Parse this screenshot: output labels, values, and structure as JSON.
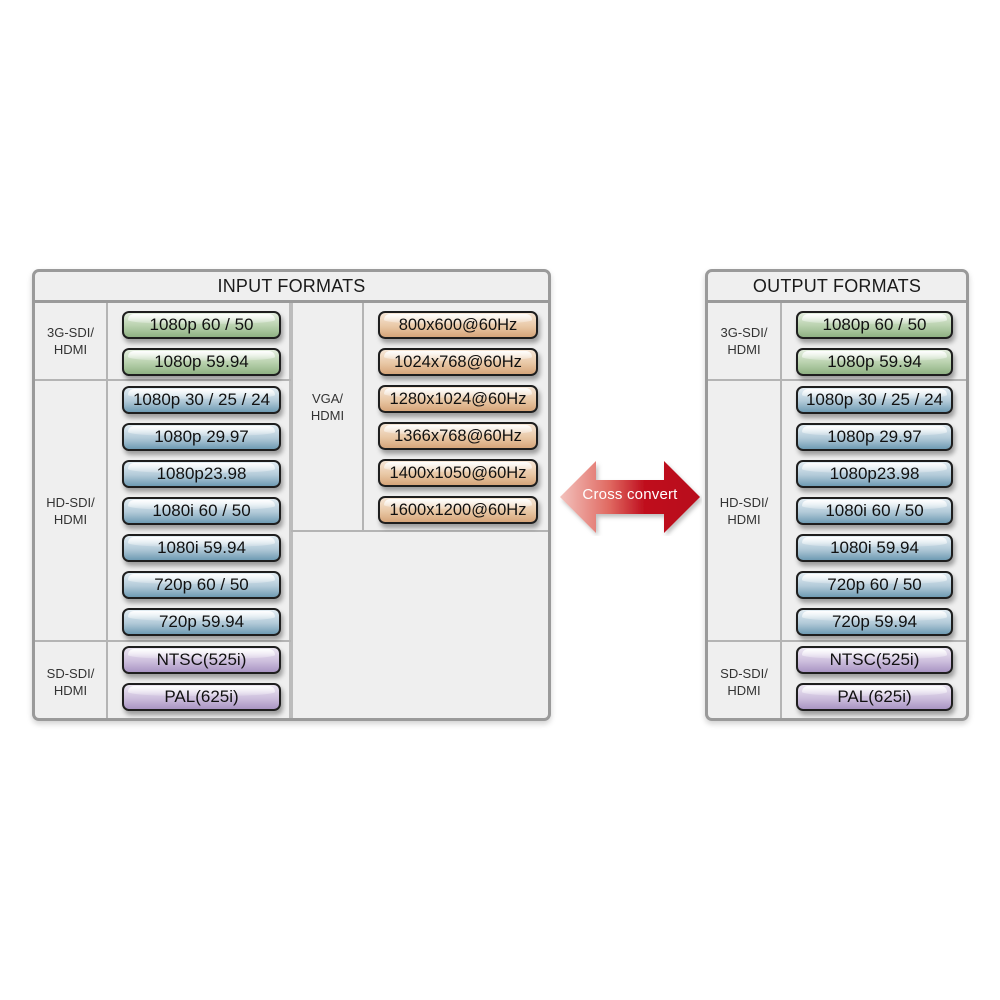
{
  "input_panel": {
    "title": "INPUT FORMATS",
    "groups": [
      {
        "label_line1": "3G-SDI/",
        "label_line2": "HDMI",
        "color": "green",
        "formats": [
          "1080p 60 / 50",
          "1080p 59.94"
        ]
      },
      {
        "label_line1": "HD-SDI/",
        "label_line2": "HDMI",
        "color": "blue",
        "formats": [
          "1080p 30 / 25 / 24",
          "1080p 29.97",
          "1080p23.98",
          "1080i 60 / 50",
          "1080i 59.94",
          "720p 60 / 50",
          "720p 59.94"
        ]
      },
      {
        "label_line1": "SD-SDI/",
        "label_line2": "HDMI",
        "color": "purple",
        "formats": [
          "NTSC(525i)",
          "PAL(625i)"
        ]
      }
    ],
    "vga_group": {
      "label_line1": "VGA/",
      "label_line2": "HDMI",
      "color": "orange",
      "formats": [
        "800x600@60Hz",
        "1024x768@60Hz",
        "1280x1024@60Hz",
        "1366x768@60Hz",
        "1400x1050@60Hz",
        "1600x1200@60Hz"
      ]
    }
  },
  "arrow": {
    "label": "Cross convert",
    "color_light": "#f3c2bd",
    "color_dark": "#c0101f"
  },
  "output_panel": {
    "title": "OUTPUT FORMATS",
    "groups": [
      {
        "label_line1": "3G-SDI/",
        "label_line2": "HDMI",
        "color": "green",
        "formats": [
          "1080p 60 / 50",
          "1080p 59.94"
        ]
      },
      {
        "label_line1": "HD-SDI/",
        "label_line2": "HDMI",
        "color": "blue",
        "formats": [
          "1080p 30 / 25 / 24",
          "1080p 29.97",
          "1080p23.98",
          "1080i 60 / 50",
          "1080i 59.94",
          "720p 60 / 50",
          "720p 59.94"
        ]
      },
      {
        "label_line1": "SD-SDI/",
        "label_line2": "HDMI",
        "color": "purple",
        "formats": [
          "NTSC(525i)",
          "PAL(625i)"
        ]
      }
    ]
  },
  "colors": {
    "green": "#b7d0ac",
    "blue": "#b2cad8",
    "purple": "#cdbfdd",
    "orange": "#e9c8a6",
    "panel_border": "#9a9a9a",
    "panel_bg": "#efefef"
  }
}
